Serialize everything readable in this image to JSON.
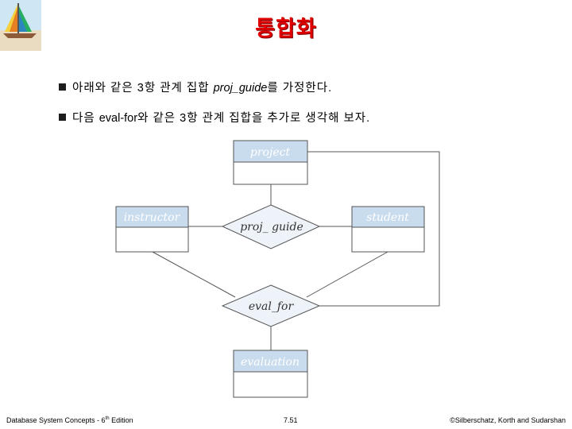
{
  "slide": {
    "title": "통합화",
    "bullets": [
      {
        "pre": "아래와 같은 3항 관계 집합 ",
        "term": "proj_guide",
        "post": "를 가정한다."
      },
      {
        "pre": "다음 ",
        "term": "eval-for",
        "post": "와 같은 3항 관계 집합을 추가로 생각해 보자."
      }
    ]
  },
  "diagram": {
    "entities": {
      "project": "project",
      "instructor": "instructor",
      "student": "student",
      "evaluation": "evaluation"
    },
    "relationships": {
      "proj_guide": "proj_ guide",
      "eval_for": "eval_for"
    }
  },
  "footer": {
    "left": "Database System Concepts - 6",
    "left_sup": "th",
    "left_tail": " Edition",
    "center": "7.51",
    "right": "©Silberschatz, Korth and Sudarshan"
  },
  "colors": {
    "title": "#e00000",
    "entity_header": "#c9dcee",
    "entity_text": "#ffffff",
    "relationship_fill": "#eef3f9",
    "line": "#555555"
  }
}
